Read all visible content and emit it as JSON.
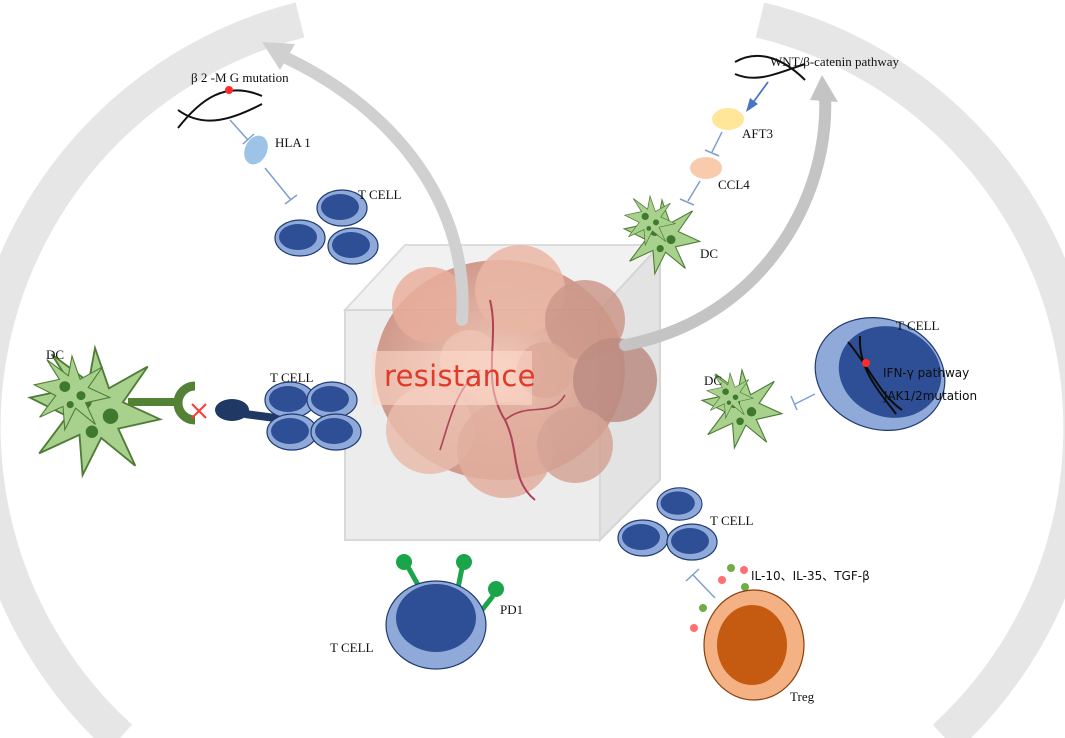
{
  "labels": {
    "b2m": "β 2 -M G mutation",
    "hla": "HLA 1",
    "tcell_top_left": "T CELL",
    "wnt": "WNT/β-catenin pathway",
    "aft3": "AFT3",
    "ccl4": "CCL4",
    "dc_top": "DC",
    "dc_left": "DC",
    "tcell_center_left": "T CELL",
    "resistance": "resistance",
    "tcell_right": "T CELL",
    "ifn": "IFN-γ pathway",
    "jak": "JAK1/2mutation",
    "dc_right": "DC",
    "tcell_bottom_right": "T CELL",
    "cytokines": "IL-10、IL-35、TGF-β",
    "pd1": "PD1",
    "tcell_bottom": "T CELL",
    "treg": "Treg"
  },
  "colors": {
    "tcell_outer": "#8fa9d9",
    "tcell_inner": "#2e4f96",
    "dc_fill": "#a9d18e",
    "dc_nucleus": "#3f7a2c",
    "treg_outer": "#f4b183",
    "treg_inner": "#c55a11",
    "pd1_green": "#1aa54b",
    "inhibit_line": "#7f9fd0",
    "arrow_grey": "#c8c8c8",
    "resistance_text": "#e03a2a"
  }
}
